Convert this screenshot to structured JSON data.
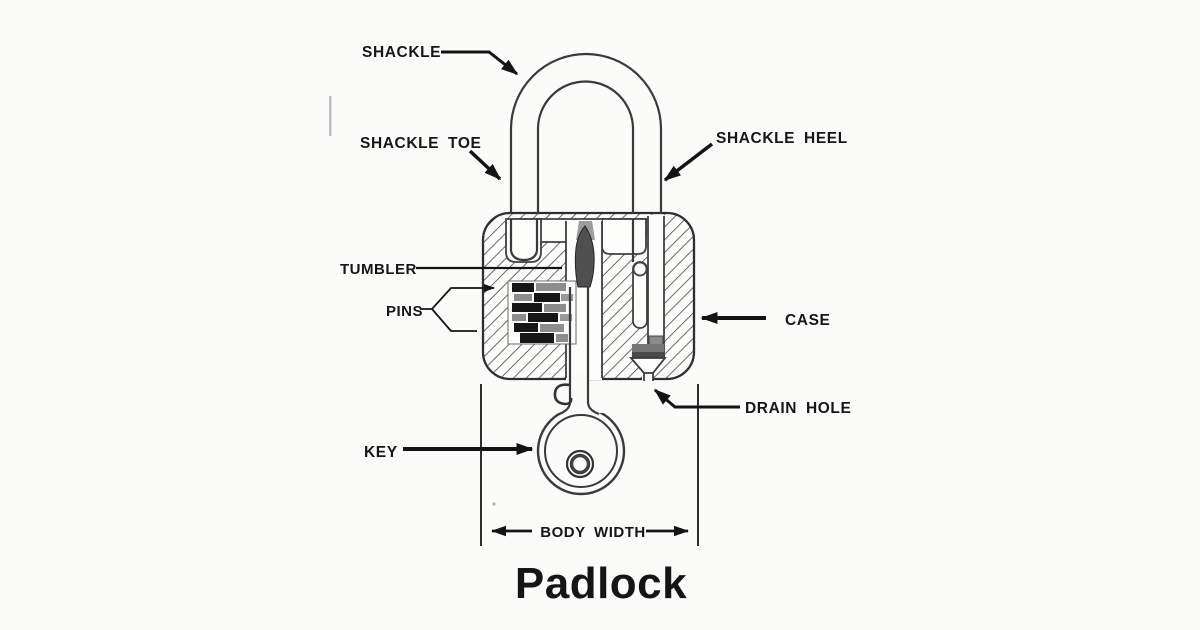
{
  "diagram": {
    "type": "labeled-technical-diagram",
    "subject": "Padlock cutaway drawing with part callouts",
    "title": "Padlock",
    "labels": {
      "shackle": "SHACKLE",
      "shackle_toe": "SHACKLE TOE",
      "shackle_heel": "SHACKLE HEEL",
      "tumbler": "TUMBLER",
      "pins": "PINS",
      "case": "CASE",
      "drain_hole": "DRAIN HOLE",
      "key": "KEY",
      "body_width": "BODY WIDTH"
    },
    "colors": {
      "paper": "#fbfbfa",
      "ink": "#141414",
      "line": "#3a3a3a",
      "hatch": "#4f4f4f",
      "pin_dark": "#161616",
      "pin_gray": "#8d8d8d",
      "drain_gray": "#777777",
      "tumbler_gray": "#4f4f4f"
    }
  }
}
